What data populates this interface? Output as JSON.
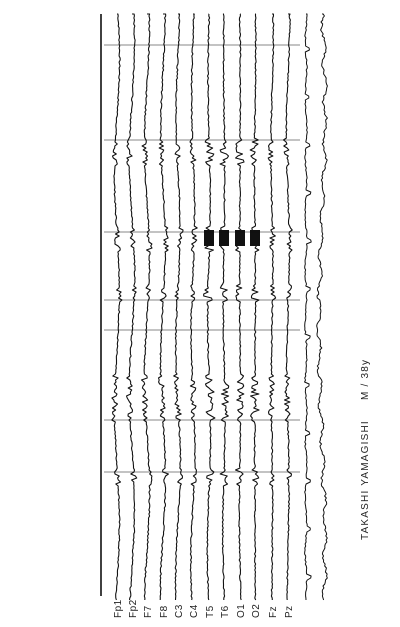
{
  "figure": {
    "subject_name": "TAKASHI YAMAGISHI",
    "subject_info": "M / 38y",
    "channels": [
      {
        "label": "Fp1"
      },
      {
        "label": "Fp2"
      },
      {
        "label": "F7"
      },
      {
        "label": "F8"
      },
      {
        "label": "C3"
      },
      {
        "label": "C4"
      },
      {
        "label": "T5"
      },
      {
        "label": "T6"
      },
      {
        "label": "O1"
      },
      {
        "label": "O2"
      },
      {
        "label": "Fz"
      },
      {
        "label": "Pz"
      }
    ],
    "colors": {
      "ink": "#111111",
      "paper": "#ffffff"
    }
  }
}
